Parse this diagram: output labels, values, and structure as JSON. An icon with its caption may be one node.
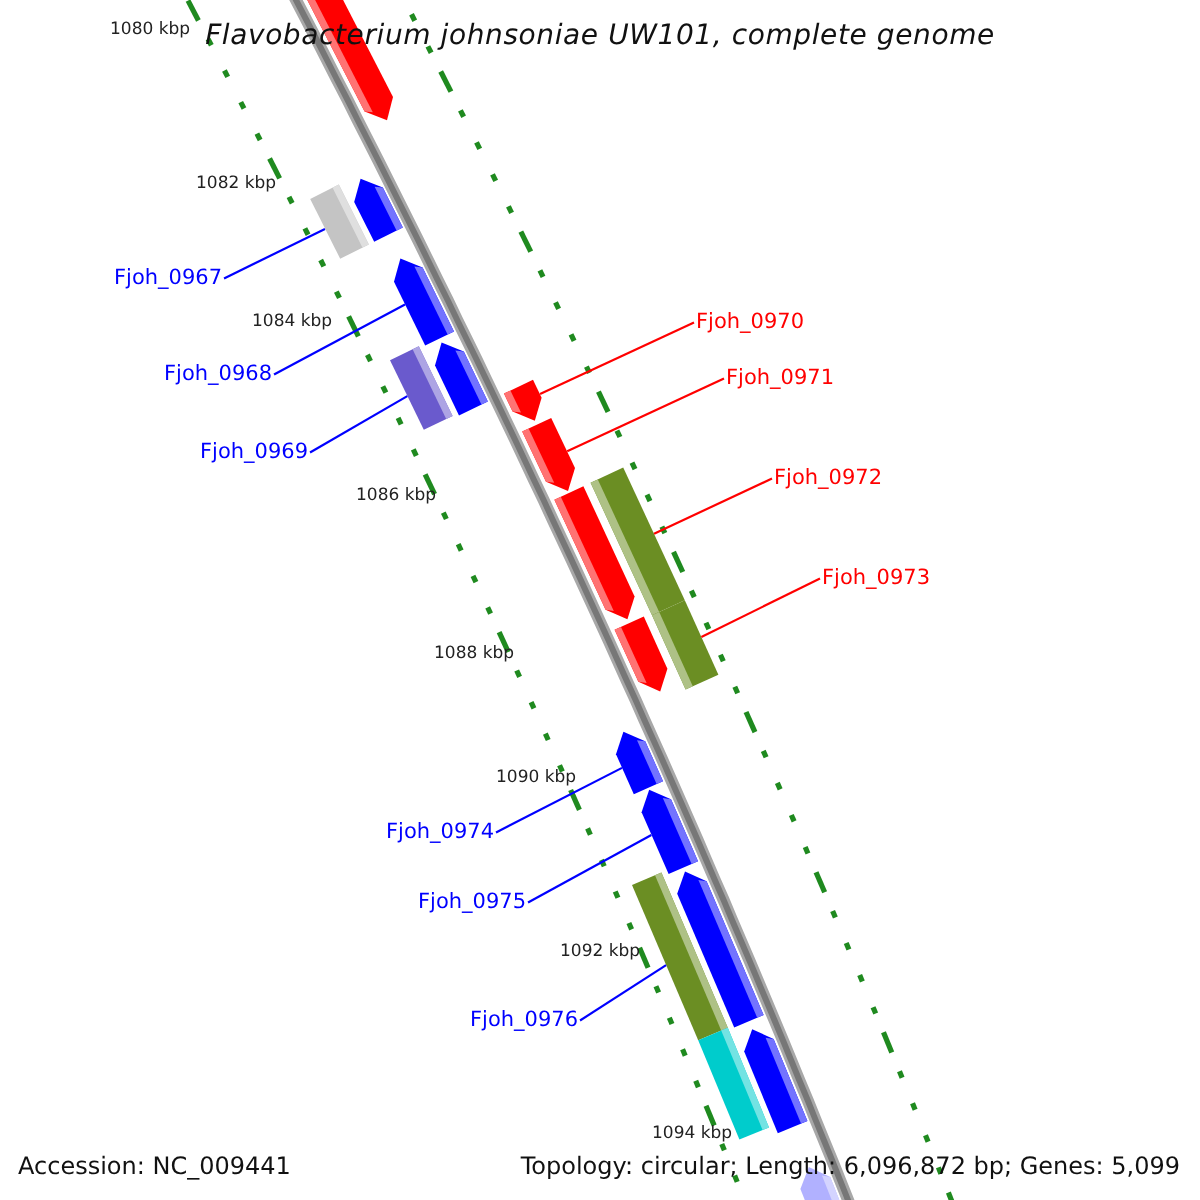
{
  "diagram": {
    "title": "Flavobacterium johnsoniae UW101, complete genome",
    "nodes": [
      {
        "text": [
          "Fjoh_0967"
        ]
      },
      {
        "text": [
          "Fjoh_0968"
        ]
      },
      {
        "text": [
          "Fjoh_0969"
        ]
      },
      {
        "text": [
          "Fjoh_0970"
        ]
      },
      {
        "text": [
          "Fjoh_0971"
        ]
      },
      {
        "text": [
          "Fjoh_0972"
        ]
      },
      {
        "text": [
          "Fjoh_0973"
        ]
      },
      {
        "text": [
          "Fjoh_0974"
        ]
      },
      {
        "text": [
          "Fjoh_0975"
        ]
      },
      {
        "text": [
          "Fjoh_0976"
        ]
      },
      {
        "text": [],
        "shape": "pentagon"
      },
      {
        "text": [],
        "shape": "pentagon"
      },
      {
        "text": [],
        "shape": "bar"
      },
      {
        "text": [],
        "shape": "pentagon"
      },
      {
        "text": [],
        "shape": "pentagon"
      },
      {
        "text": [],
        "shape": "bar"
      },
      {
        "text": [],
        "shape": "pentagon"
      },
      {
        "text": [],
        "shape": "pentagon"
      },
      {
        "text": [],
        "shape": "bar"
      },
      {
        "text": [],
        "shape": "pentagon"
      },
      {
        "text": [],
        "shape": "bar"
      },
      {
        "text": [],
        "shape": "pentagon"
      },
      {
        "text": [],
        "shape": "pentagon"
      },
      {
        "text": [],
        "shape": "pentagon"
      },
      {
        "text": [],
        "shape": "pentagon"
      },
      {
        "text": [],
        "shape": "bar"
      },
      {
        "text": [],
        "shape": "pentagon"
      },
      {
        "text": [],
        "shape": "bar"
      },
      {
        "text": [],
        "shape": "pentagon"
      }
    ],
    "edges": [
      {
        "from": 0,
        "to": 12,
        "arrow": "none"
      },
      {
        "from": 1,
        "to": 13,
        "arrow": "none"
      },
      {
        "from": 2,
        "to": 15,
        "arrow": "none"
      },
      {
        "from": 3,
        "to": 16,
        "arrow": "none",
        "color": "#ff0000"
      },
      {
        "from": 4,
        "to": 17,
        "arrow": "none",
        "color": "#ff0000"
      },
      {
        "from": 5,
        "to": 18,
        "arrow": "none",
        "color": "#ff0000"
      },
      {
        "from": 6,
        "to": 20,
        "arrow": "none",
        "color": "#ff0000"
      },
      {
        "from": 7,
        "to": 22,
        "arrow": "none"
      },
      {
        "from": 8,
        "to": 23,
        "arrow": "none"
      },
      {
        "from": 9,
        "to": 25,
        "arrow": "none"
      }
    ],
    "labels": [
      "1080 kbp",
      "1082 kbp",
      "1084 kbp",
      "1086 kbp",
      "1088 kbp",
      "1090 kbp",
      "1092 kbp",
      "1094 kbp",
      "Accession: NC_009441",
      "Topology: circular; Length: 6,096,872 bp; Genes: 5,099"
    ]
  }
}
